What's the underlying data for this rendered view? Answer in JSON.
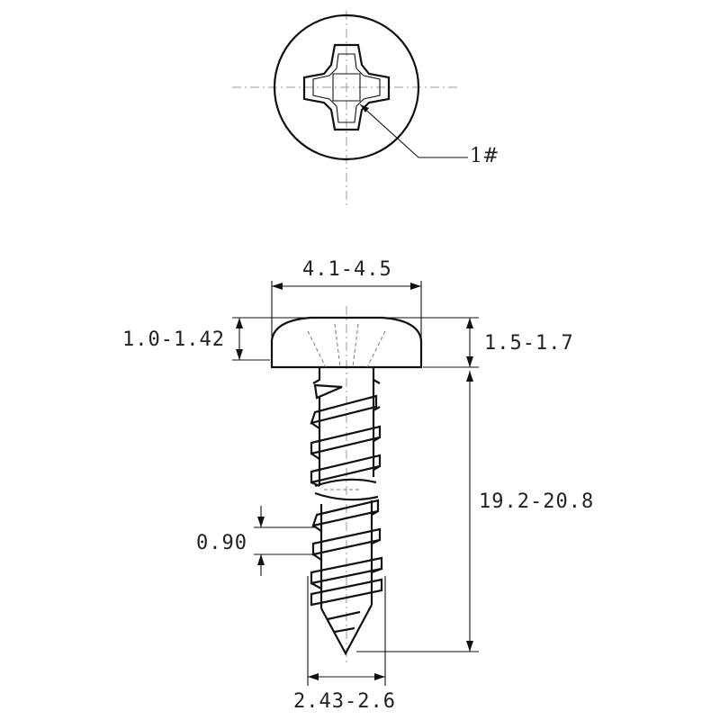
{
  "callout": {
    "label": "1#"
  },
  "dimensions": {
    "head_diameter": "4.1-4.5",
    "head_height": "1.0-1.42",
    "head_total_height": "1.5-1.7",
    "length": "19.2-20.8",
    "thread_pitch": "0.90",
    "thread_diameter": "2.43-2.6"
  },
  "colors": {
    "stroke": "#111111",
    "centerline": "#9a9a9a",
    "background": "#ffffff"
  }
}
